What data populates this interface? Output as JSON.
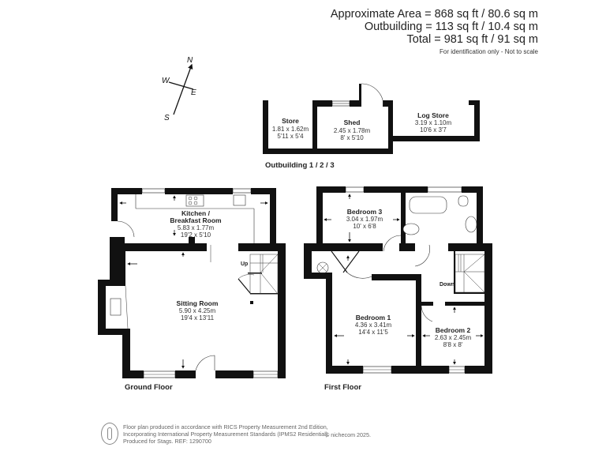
{
  "summary": {
    "approximate_area": "Approximate Area = 868 sq ft / 80.6 sq m",
    "outbuilding_area": "Outbuilding = 113 sq ft / 10.4 sq m",
    "total_area": "Total = 981 sq ft / 91 sq m",
    "disclaimer": "For identification only - Not to scale"
  },
  "compass": {
    "north": "N",
    "south": "S",
    "east": "E",
    "west": "W"
  },
  "outbuilding": {
    "label": "Outbuilding 1 / 2 / 3",
    "rooms": [
      {
        "name": "Store",
        "metric": "1.81 x 1.62m",
        "imperial": "5'11 x 5'4"
      },
      {
        "name": "Shed",
        "metric": "2.45 x 1.78m",
        "imperial": "8' x 5'10"
      },
      {
        "name": "Log Store",
        "metric": "3.19 x 1.10m",
        "imperial": "10'6 x 3'7"
      }
    ]
  },
  "ground_floor": {
    "label": "Ground Floor",
    "stairs_label": "Up",
    "rooms": [
      {
        "name_line1": "Kitchen /",
        "name_line2": "Breakfast Room",
        "metric": "5.83 x 1.77m",
        "imperial": "19'2 x 5'10"
      },
      {
        "name": "Sitting Room",
        "metric": "5.90 x 4.25m",
        "imperial": "19'4 x 13'11"
      }
    ]
  },
  "first_floor": {
    "label": "First Floor",
    "stairs_label": "Down",
    "rooms": [
      {
        "name": "Bedroom 3",
        "metric": "3.04 x 1.97m",
        "imperial": "10' x 6'8"
      },
      {
        "name": "Bedroom 1",
        "metric": "4.36 x 3.41m",
        "imperial": "14'4 x 11'5"
      },
      {
        "name": "Bedroom 2",
        "metric": "2.63 x 2.45m",
        "imperial": "8'8 x 8'"
      }
    ]
  },
  "footer": {
    "line1": "Floor plan produced in accordance with RICS Property Measurement 2nd Edition,",
    "line2": "Incorporating International Property Measurement Standards (IPMS2 Residential).",
    "line3": "Produced for Stags.   REF: 1290700",
    "copyright": "© nichecom 2025."
  },
  "colors": {
    "wall": "#111111",
    "background": "#ffffff",
    "text": "#222222"
  }
}
